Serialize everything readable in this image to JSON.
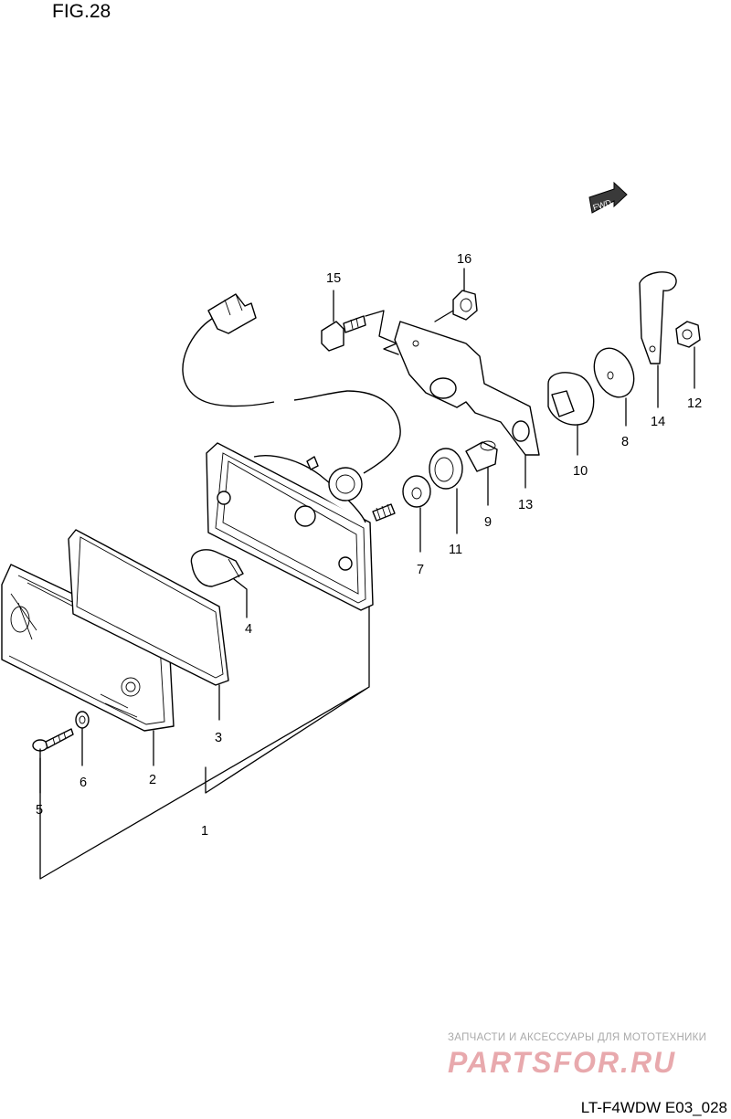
{
  "figure": {
    "title": "FIG.28",
    "code": "LT-F4WDW E03_028"
  },
  "direction_badge": {
    "text": "FWD"
  },
  "watermark": {
    "tagline": "ЗАПЧАСТИ И АКСЕССУАРЫ ДЛЯ МОТОТЕХНИКИ",
    "logo_text": "PARTSFOR.RU",
    "color": "#e8a9ad"
  },
  "callouts": {
    "p1": "1",
    "p2": "2",
    "p3": "3",
    "p4": "4",
    "p5": "5",
    "p6": "6",
    "p7": "7",
    "p8": "8",
    "p9": "9",
    "p10": "10",
    "p11": "11",
    "p12": "12",
    "p13": "13",
    "p14": "14",
    "p15": "15",
    "p16": "16"
  }
}
